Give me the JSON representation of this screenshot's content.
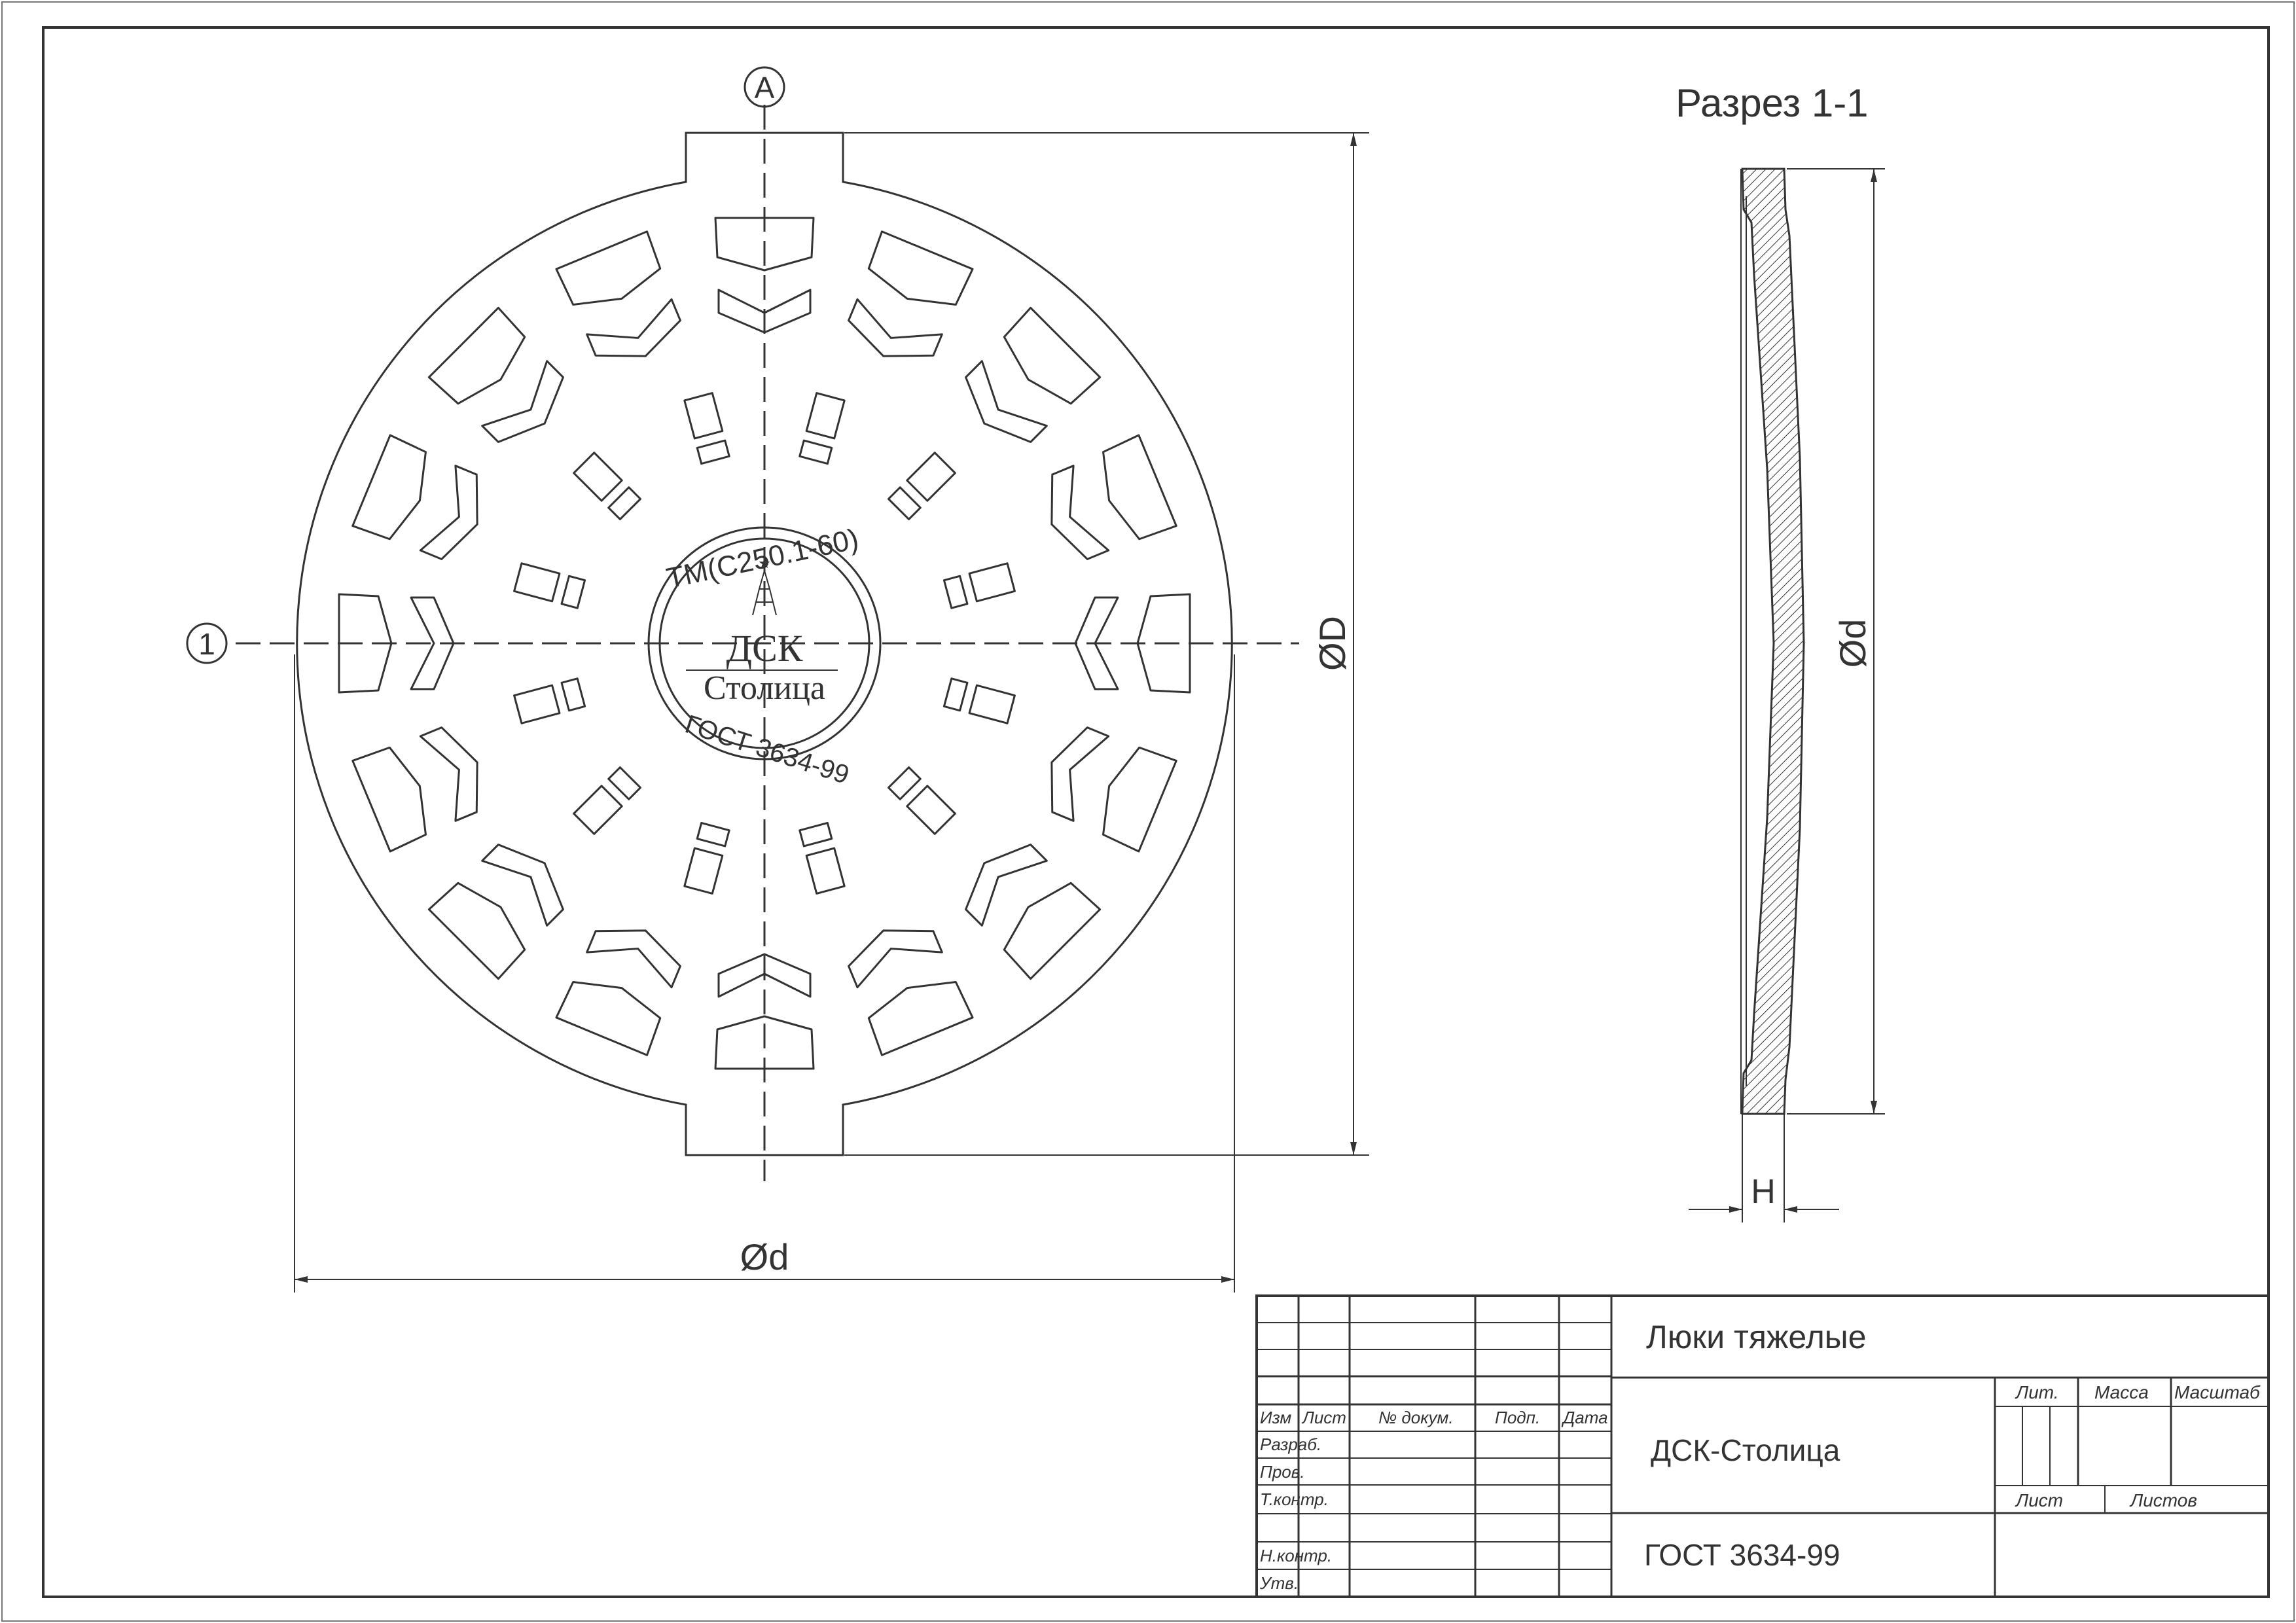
{
  "drawing": {
    "callout_axis": "А",
    "callout_section": "1",
    "dim_outer_diameter": "ØD",
    "dim_inner_diameter": "Ød",
    "section_title": "Разрез 1-1",
    "section_dim_diameter": "Ød",
    "section_dim_height": "H"
  },
  "casting_marking": {
    "top_arc": "ТМ(С250.1-60)",
    "brand_line1": "ДСК",
    "brand_line2": "Столица",
    "bottom_arc": "ГОСТ 3634-99"
  },
  "title_block": {
    "product_name": "Люки тяжелые",
    "company": "ДСК-Столица",
    "standard": "ГОСТ 3634-99",
    "col_headers": [
      "Изм",
      "Лист",
      "№ докум.",
      "Подп.",
      "Дата"
    ],
    "row_labels": [
      "Разраб.",
      "Пров.",
      "Т.контр.",
      "",
      "Н.контр.",
      "Утв."
    ],
    "lit_label": "Лит.",
    "mass_label": "Масса",
    "scale_label": "Масштаб",
    "sheet_label": "Лист",
    "sheets_label": "Листов"
  }
}
